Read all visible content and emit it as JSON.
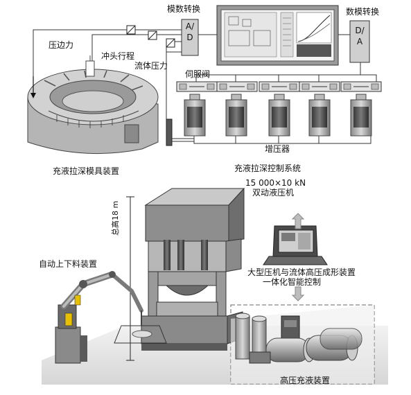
{
  "labels": {
    "ad_converter": "模数转换",
    "da_converter": "数模转换",
    "ad_box": "A/D",
    "da_box": "D/A",
    "blank_holder_force": "压边力",
    "punch_stroke": "冲头行程",
    "fluid_pressure": "流体压力",
    "servo_valve": "伺服阀",
    "intensifier": "增压器",
    "die_device": "充液拉深模具装置",
    "control_system": "充液拉深控制系统",
    "press_tonnage": "15 000×10 kN",
    "press_type": "双动液压机",
    "total_height": "总高18 m",
    "auto_loader": "自动上下料装置",
    "integration_line1": "大型压机与流体高压成形装置",
    "integration_line2": "一体化智能控制",
    "high_pressure_unit": "高压充液装置"
  }
}
